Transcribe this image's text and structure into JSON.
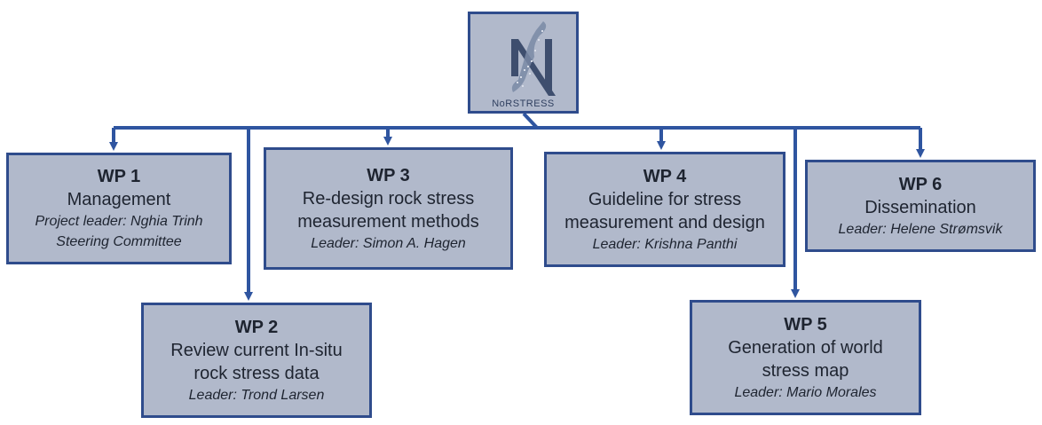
{
  "logo": {
    "text": "NoRSTRESS",
    "icon": "norstress-logo-icon"
  },
  "colors": {
    "box_fill": "#b1b9cb",
    "border": "#2f4c8c",
    "connector": "#2f55a0",
    "text": "#1e2430"
  },
  "work_packages": [
    {
      "title": "WP 1",
      "lines": [
        "Management"
      ],
      "leader": [
        "Project leader: Nghia Trinh",
        "Steering Committee"
      ]
    },
    {
      "title": "WP 2",
      "lines": [
        "Review current In-situ",
        "rock stress data"
      ],
      "leader": [
        "Leader: Trond Larsen"
      ]
    },
    {
      "title": "WP 3",
      "lines": [
        "Re-design rock stress",
        "measurement methods"
      ],
      "leader": [
        "Leader: Simon A. Hagen"
      ]
    },
    {
      "title": "WP 4",
      "lines": [
        "Guideline for stress",
        "measurement and design"
      ],
      "leader": [
        "Leader: Krishna Panthi"
      ]
    },
    {
      "title": "WP 5",
      "lines": [
        "Generation of world",
        "stress map"
      ],
      "leader": [
        "Leader: Mario Morales"
      ]
    },
    {
      "title": "WP 6",
      "lines": [
        "Dissemination"
      ],
      "leader": [
        "Leader: Helene Strømsvik"
      ]
    }
  ]
}
